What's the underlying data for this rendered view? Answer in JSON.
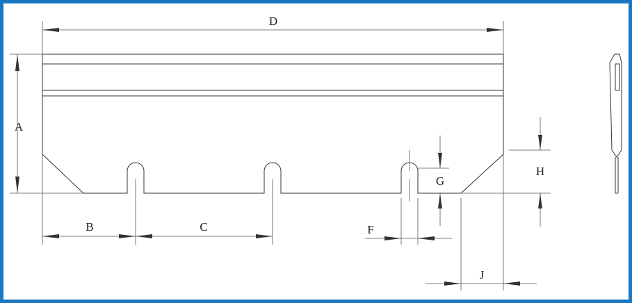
{
  "diagram": {
    "border_color": "#1a78c2",
    "line_color": "#333333",
    "labels": {
      "A": "A",
      "B": "B",
      "C": "C",
      "D": "D",
      "F": "F",
      "G": "G",
      "H": "H",
      "J": "J"
    }
  }
}
